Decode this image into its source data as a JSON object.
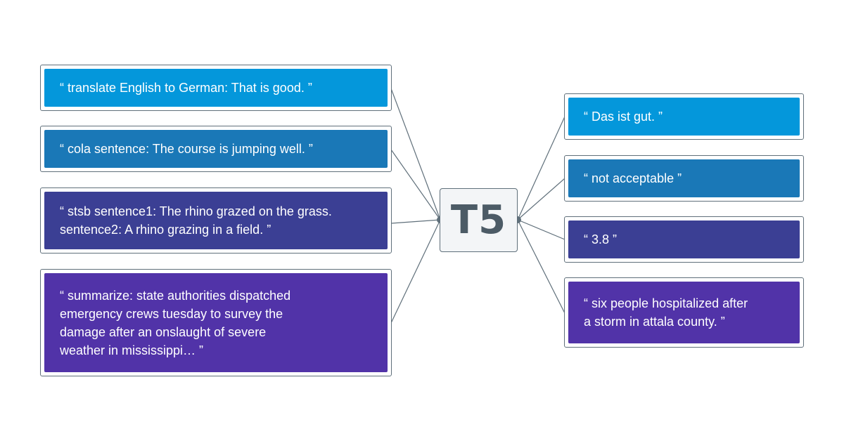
{
  "center": {
    "label": "T5"
  },
  "inputs": [
    {
      "text": "“ translate English to German: That is good. ”",
      "color": "#0497db"
    },
    {
      "text": "“ cola sentence: The course is jumping well. ”",
      "color": "#1a78b7"
    },
    {
      "text": "“ stsb sentence1: The rhino grazed on the grass.\n   sentence2: A rhino grazing in a field. ”",
      "color": "#3b3f94"
    },
    {
      "text": "“ summarize: state authorities dispatched\n   emergency crews tuesday to survey the\n   damage after an onslaught of severe\n   weather in mississippi… ”",
      "color": "#5133a8"
    }
  ],
  "outputs": [
    {
      "text": "“ Das ist gut. ”",
      "color": "#0497db"
    },
    {
      "text": "“ not acceptable ”",
      "color": "#1a78b7"
    },
    {
      "text": "“ 3.8 ”",
      "color": "#3b3f94"
    },
    {
      "text": "“ six people hospitalized after\n   a storm in attala county. ”",
      "color": "#5133a8"
    }
  ],
  "colors": {
    "connector": "#5f6f7a",
    "center_text": "#4c5b66"
  }
}
